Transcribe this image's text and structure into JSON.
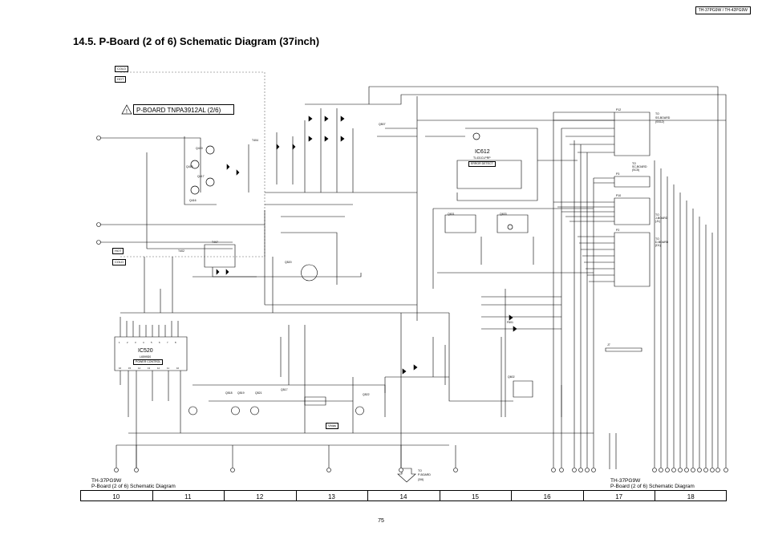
{
  "header": {
    "model_tag": "TH-37PG9W / TH-42PG9W",
    "title": "14.5.   P-Board (2 of 6) Schematic Diagram (37inch)"
  },
  "board": {
    "warning_title": "P-BOARD TNPA3912AL (2/6)",
    "cold_top": "COLD",
    "hot_top": "HOT",
    "hot_bottom": "HOT",
    "cold_bottom": "COLD"
  },
  "ics": {
    "ic612_name": "IC612",
    "ic612_part": "TL431CLPRP",
    "ic612_desc": "ERROR DETECT",
    "ic520_name": "IC520",
    "ic520_part": "L6599D0",
    "ic520_desc": "POWER CONTROL"
  },
  "connectors": {
    "p12": "P12",
    "p12_dest_line1": "TO",
    "p12_dest_line2": "SS-BOARD",
    "p12_dest_line3": "(SS12)",
    "sc_dest_line1": "TO",
    "sc_dest_line2": "SC-BOARD",
    "sc_dest_line3": "(SC5)",
    "j_dest_line1": "TO",
    "j_dest_line2": "J-BOARD",
    "j_dest_line3": "(J1)",
    "d_dest_line1": "TO",
    "d_dest_line2": "D-BOARD",
    "d_dest_line3": "(D1)",
    "p_dest_line1": "TO",
    "p_dest_line2": "P-BOARD",
    "p_dest_line3": "(3/6)",
    "p3": "P3",
    "p10": "P10",
    "p2": "P2",
    "j7": "J7"
  },
  "parts": {
    "q419": "Q419",
    "q418": "Q418",
    "q417": "Q417",
    "q416": "Q416",
    "q507": "Q507",
    "q520": "Q520",
    "q517": "Q517",
    "q518": "Q518",
    "q519": "Q519",
    "q521": "Q521",
    "q522": "Q522",
    "q602": "Q602",
    "q631": "Q631",
    "q633": "Q633",
    "t402": "T402",
    "t404": "T404",
    "t407": "T407",
    "vbias": "Vbias",
    "fuse": "F601"
  },
  "footer": {
    "left_model": "TH-37PG9W",
    "left_desc": "P-Board (2 of 6) Schematic Diagram",
    "right_model": "TH-37PG9W",
    "right_desc": "P-Board (2 of 6) Schematic Diagram",
    "columns": [
      "10",
      "11",
      "12",
      "13",
      "14",
      "15",
      "16",
      "17",
      "18"
    ],
    "page_number": "75"
  },
  "colors": {
    "ink": "#000000",
    "background": "#ffffff",
    "dashed_boundary": "#666666"
  }
}
